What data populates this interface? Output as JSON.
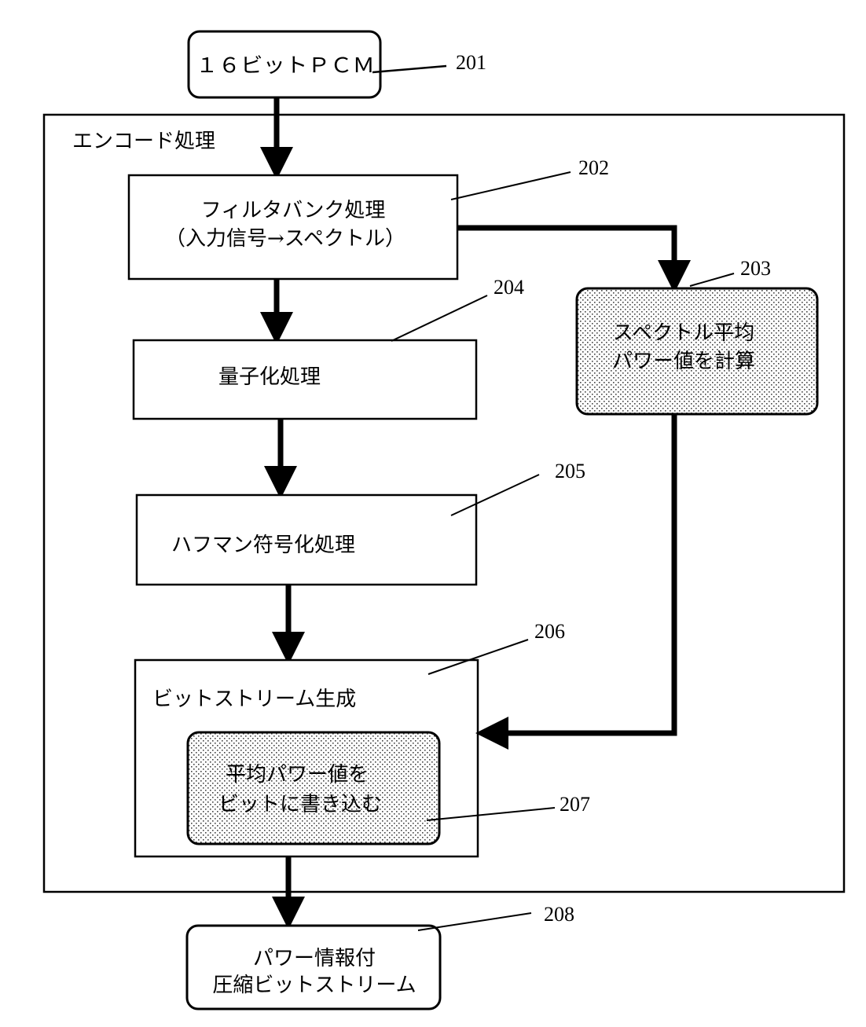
{
  "diagram": {
    "container_label": "エンコード処理",
    "nodes": {
      "input": {
        "text": "１６ビットＰＣＭ",
        "ref": "201"
      },
      "filterbank": {
        "line1": "フィルタバンク処理",
        "line2": "（入力信号→スペクトル）",
        "ref": "202"
      },
      "power_calc": {
        "line1": "スペクトル平均",
        "line2": "パワー値を計算",
        "ref": "203"
      },
      "quantize": {
        "text": "量子化処理",
        "ref": "204"
      },
      "huffman": {
        "text": "ハフマン符号化処理",
        "ref": "205"
      },
      "bitstream": {
        "text": "ビットストリーム生成",
        "ref": "206"
      },
      "write_power": {
        "line1": "平均パワー値を",
        "line2": "ビットに書き込む",
        "ref": "207"
      },
      "output": {
        "line1": "パワー情報付",
        "line2": "圧縮ビットストリーム",
        "ref": "208"
      }
    },
    "edges": [
      {
        "from": "input",
        "to": "filterbank"
      },
      {
        "from": "filterbank",
        "to": "quantize"
      },
      {
        "from": "filterbank",
        "to": "power_calc"
      },
      {
        "from": "quantize",
        "to": "huffman"
      },
      {
        "from": "huffman",
        "to": "bitstream"
      },
      {
        "from": "power_calc",
        "to": "bitstream"
      },
      {
        "from": "bitstream",
        "to": "output"
      }
    ]
  }
}
